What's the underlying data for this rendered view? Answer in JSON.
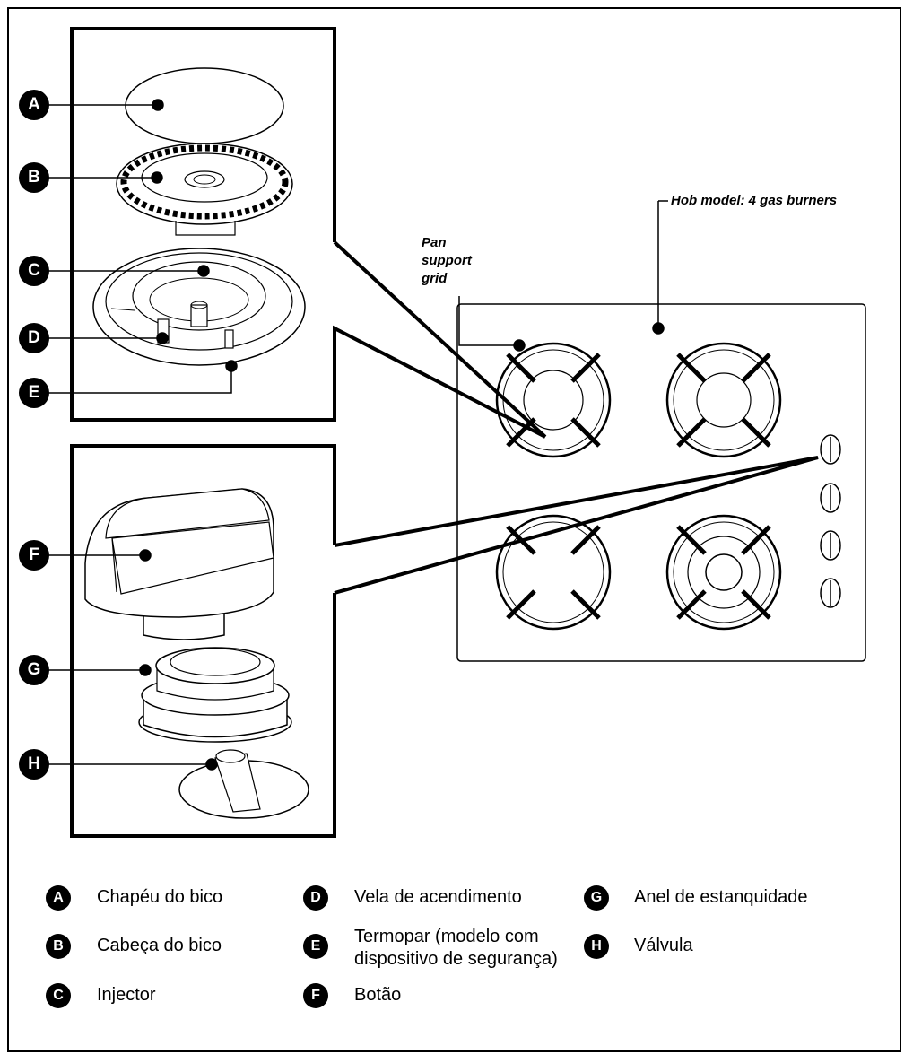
{
  "callouts": {
    "hob_model": "Hob model: 4 gas burners",
    "pan_support": [
      "Pan",
      "support",
      "grid"
    ]
  },
  "part_letters": [
    "A",
    "B",
    "C",
    "D",
    "E",
    "F",
    "G",
    "H"
  ],
  "legend": [
    {
      "letter": "A",
      "text": "Chapéu do bico"
    },
    {
      "letter": "B",
      "text": "Cabeça do bico"
    },
    {
      "letter": "C",
      "text": "Injector"
    },
    {
      "letter": "D",
      "text": "Vela de acendimento"
    },
    {
      "letter": "E",
      "text": "Termopar (modelo com",
      "text2": "dispositivo de segurança)"
    },
    {
      "letter": "F",
      "text": "Botão"
    },
    {
      "letter": "G",
      "text": "Anel de estanquidade"
    },
    {
      "letter": "H",
      "text": "Válvula"
    }
  ]
}
